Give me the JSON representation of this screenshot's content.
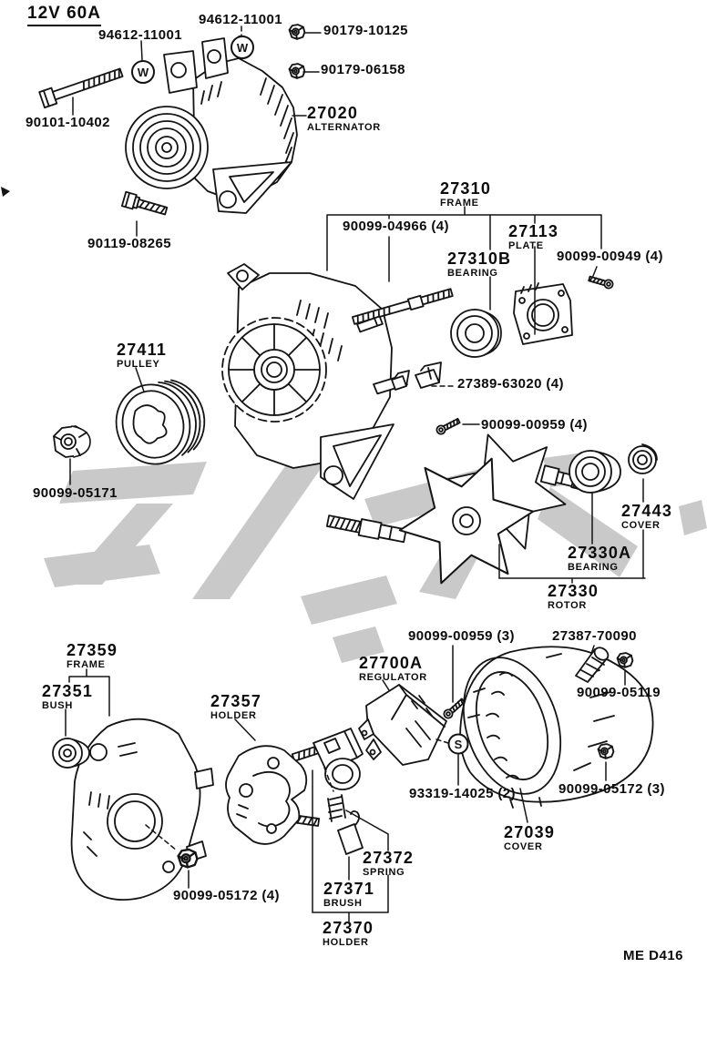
{
  "page": {
    "spec": "12V 60A",
    "doc_code": "ME D416"
  },
  "markers": {
    "w": "W",
    "s": "S"
  },
  "labels": {
    "l94612a": {
      "number": "94612-11001"
    },
    "l94612b": {
      "number": "94612-11001"
    },
    "l90179a": {
      "number": "90179-10125"
    },
    "l90179b": {
      "number": "90179-06158"
    },
    "l90101": {
      "number": "90101-10402"
    },
    "l27020": {
      "number": "27020",
      "desc": "ALTERNATOR"
    },
    "l90119": {
      "number": "90119-08265"
    },
    "l27310": {
      "number": "27310",
      "desc": "FRAME"
    },
    "l04966": {
      "number": "90099-04966 (4)"
    },
    "l27113": {
      "number": "27113",
      "desc": "PLATE"
    },
    "l27310b": {
      "number": "27310B",
      "desc": "BEARING"
    },
    "l00949": {
      "number": "90099-00949 (4)"
    },
    "l27411": {
      "number": "27411",
      "desc": "PULLEY"
    },
    "l63020": {
      "number": "27389-63020 (4)"
    },
    "l00959x4": {
      "number": "90099-00959 (4)"
    },
    "l05171": {
      "number": "90099-05171"
    },
    "l27443": {
      "number": "27443",
      "desc": "COVER"
    },
    "l27330a": {
      "number": "27330A",
      "desc": "BEARING"
    },
    "l27330": {
      "number": "27330",
      "desc": "ROTOR"
    },
    "l27359": {
      "number": "27359",
      "desc": "FRAME"
    },
    "l27351": {
      "number": "27351",
      "desc": "BUSH"
    },
    "l27357": {
      "number": "27357",
      "desc": "HOLDER"
    },
    "l00959x3": {
      "number": "90099-00959 (3)"
    },
    "l70090": {
      "number": "27387-70090"
    },
    "l27700a": {
      "number": "27700A",
      "desc": "REGULATOR"
    },
    "l05119": {
      "number": "90099-05119"
    },
    "l14025": {
      "number": "93319-14025 (2)"
    },
    "l05172x3": {
      "number": "90099-05172 (3)"
    },
    "l27039": {
      "number": "27039",
      "desc": "COVER"
    },
    "l27372": {
      "number": "27372",
      "desc": "SPRING"
    },
    "l27371": {
      "number": "27371",
      "desc": "BRUSH"
    },
    "l27370": {
      "number": "27370",
      "desc": "HOLDER"
    },
    "l05172x4": {
      "number": "90099-05172 (4)"
    }
  },
  "colors": {
    "line": "#141414",
    "watermark": "#c9c9c9"
  }
}
